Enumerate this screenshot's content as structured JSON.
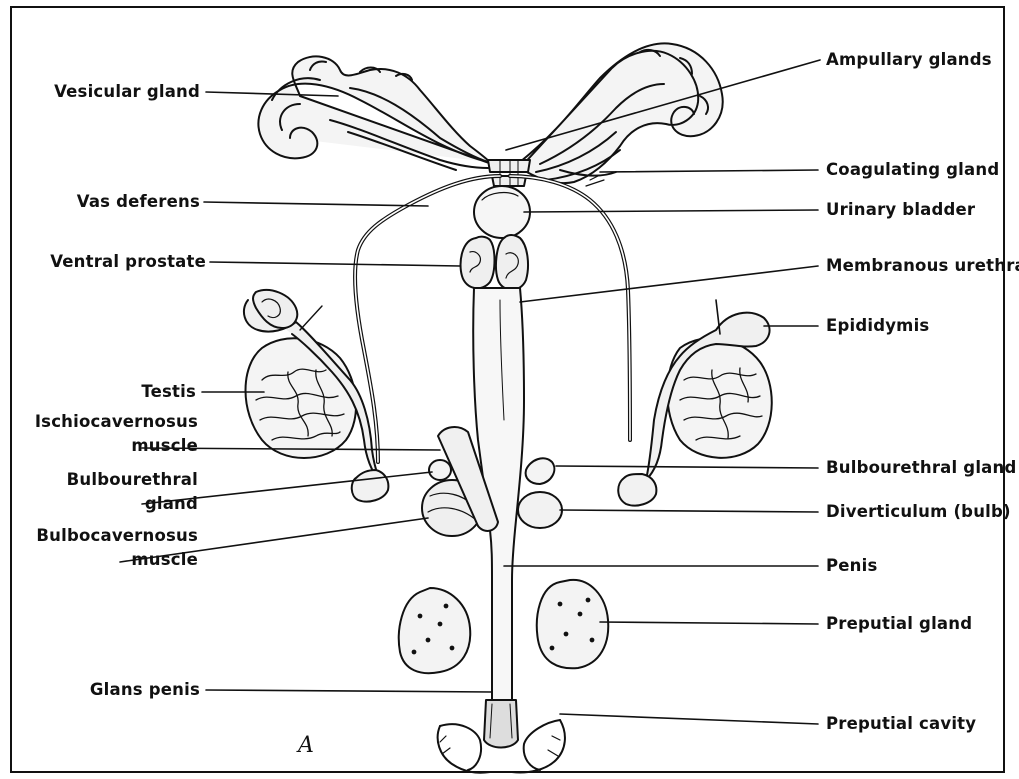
{
  "figure": {
    "panel_letter": "A",
    "labels_left": [
      {
        "id": "vesicular-gland",
        "text": "Vesicular gland"
      },
      {
        "id": "vas-deferens",
        "text": "Vas deferens"
      },
      {
        "id": "ventral-prostate",
        "text": "Ventral prostate"
      },
      {
        "id": "testis",
        "text": "Testis"
      },
      {
        "id": "ischiocavernosus-muscle",
        "text": "Ischiocavernosus\nmuscle"
      },
      {
        "id": "bulbourethral-gland-left",
        "text": "Bulbourethral\ngland"
      },
      {
        "id": "bulbocavernosus-muscle",
        "text": "Bulbocavernosus\nmuscle"
      },
      {
        "id": "glans-penis",
        "text": "Glans penis"
      }
    ],
    "labels_right": [
      {
        "id": "ampullary-glands",
        "text": "Ampullary glands"
      },
      {
        "id": "coagulating-gland",
        "text": "Coagulating gland"
      },
      {
        "id": "urinary-bladder",
        "text": "Urinary bladder"
      },
      {
        "id": "membranous-urethra",
        "text": "Membranous urethra"
      },
      {
        "id": "epididymis",
        "text": "Epididymis"
      },
      {
        "id": "bulbourethral-gland-right",
        "text": "Bulbourethral gland"
      },
      {
        "id": "diverticulum",
        "text": "Diverticulum (bulb)"
      },
      {
        "id": "penis",
        "text": "Penis"
      },
      {
        "id": "preputial-gland",
        "text": "Preputial gland"
      },
      {
        "id": "preputial-cavity",
        "text": "Preputial cavity"
      }
    ],
    "colors": {
      "ink": "#111111",
      "background": "#ffffff"
    }
  }
}
